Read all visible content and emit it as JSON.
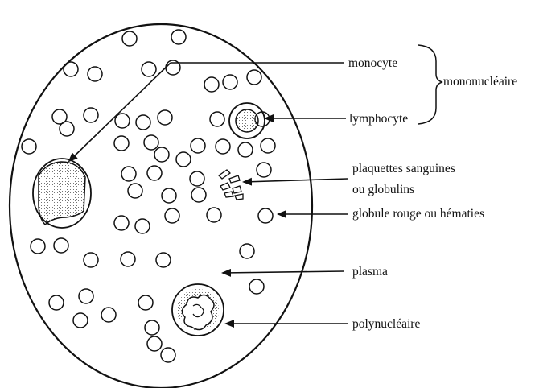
{
  "labels": {
    "monocyte": "monocyte",
    "mononucleaire": "mononucléaire",
    "lymphocyte": "lymphocyte",
    "plaquettes_line1": "plaquettes sanguines",
    "plaquettes_line2": "ou globulins",
    "globule_rouge": "globule rouge ou hématies",
    "plasma": "plasma",
    "polynucleaire": "polynucléaire"
  }
}
